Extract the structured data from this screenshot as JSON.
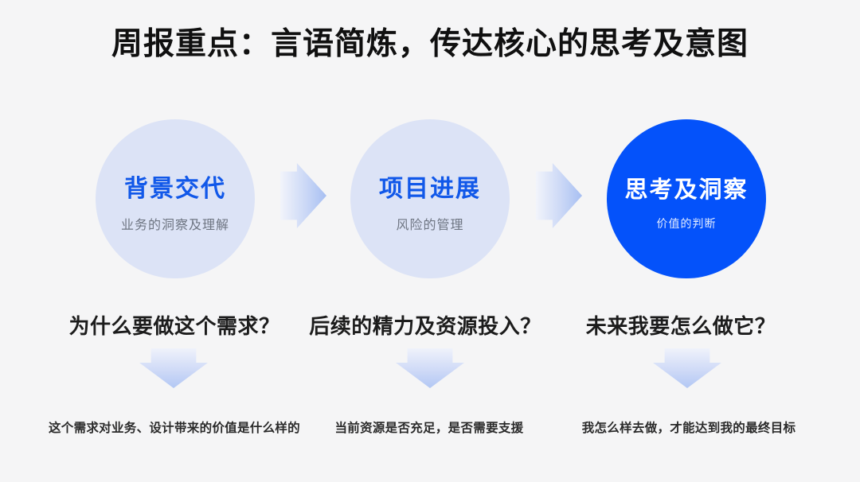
{
  "title": "周报重点：言语简炼，传达核心的思考及意图",
  "colors": {
    "bg": "#F5F5F6",
    "accent": "#0452FA",
    "circle_light": "#DCE3F6",
    "circle_title_blue": "#1158E9",
    "circle_sub_gray": "#6E7582",
    "title_color": "#101010",
    "question_color": "#1C1C1C",
    "detail_color": "#2A2A2A"
  },
  "icons": {
    "between_steps": "arrow-right-icon",
    "under_questions": "arrow-down-icon"
  },
  "steps": [
    {
      "title": "背景交代",
      "subtitle": "业务的洞察及理解",
      "emphasis": false,
      "question": "为什么要做这个需求？",
      "detail": "这个需求对业务、设计带来的价值是什么样的"
    },
    {
      "title": "项目进展",
      "subtitle": "风险的管理",
      "emphasis": false,
      "question": "后续的精力及资源投入？",
      "detail": "当前资源是否充足，是否需要支援"
    },
    {
      "title": "思考及洞察",
      "subtitle": "价值的判断",
      "emphasis": true,
      "question": "未来我要怎么做它？",
      "detail": "我怎么样去做，才能达到我的最终目标"
    }
  ]
}
